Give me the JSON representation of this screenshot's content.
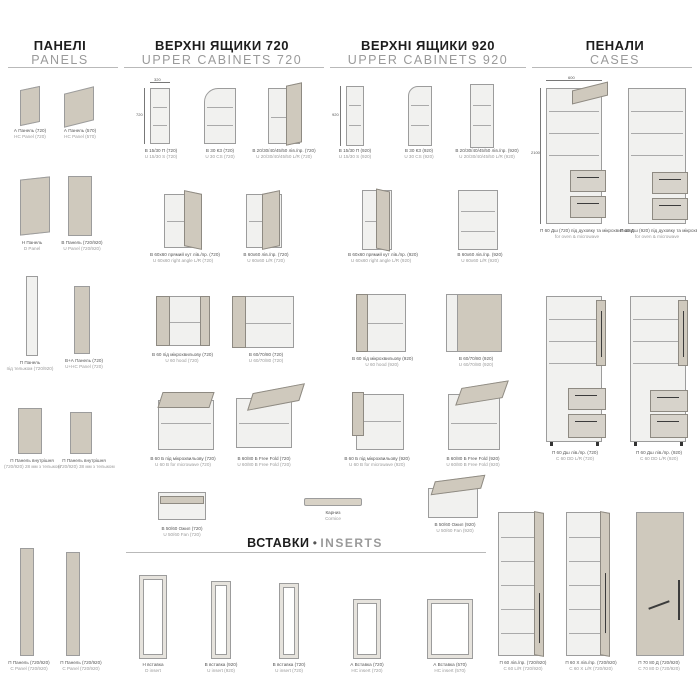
{
  "sections": {
    "panels": {
      "uk": "ПАНЕЛІ",
      "en": "PANELS"
    },
    "upper720": {
      "uk": "ВЕРХНІ ЯЩИКИ 720",
      "en": "UPPER CABINETS 720"
    },
    "upper920": {
      "uk": "ВЕРХНІ ЯЩИКИ 920",
      "en": "UPPER CABINETS 920"
    },
    "cases": {
      "uk": "ПЕНАЛИ",
      "en": "CASES"
    },
    "inserts": {
      "uk": "ВСТАВКИ",
      "sep": " • ",
      "en": "INSERTS"
    }
  },
  "panels": [
    {
      "c1": "А Панель (720)",
      "c2": "HC Panel (720)"
    },
    {
      "c1": "А Панель (570)",
      "c2": "HC Panel (570)"
    },
    {
      "c1": "Н Панель",
      "c2": "D Panel"
    },
    {
      "c1": "В Панель (720/920)",
      "c2": "U Panel (720/920)"
    },
    {
      "c1": "П Панель",
      "c2": "під тельжом (720/920)"
    },
    {
      "c1": "В+А Панель (720)",
      "c2": "U+HC Panel (720)"
    },
    {
      "c1": "П Панель внутрішня",
      "c2": "(720/920) 28 мм з тельжом"
    },
    {
      "c1": "П Панель внутрішня",
      "c2": "(720/920) 38 мм з тельжом"
    },
    {
      "c1": "П Панель (720/920)",
      "c2": "C Panel (720/920)"
    },
    {
      "c1": "П Панель (720/920)",
      "c2": "C Panel (720/920)"
    }
  ],
  "upper720": [
    {
      "c1": "В 15/30 П (720)",
      "c2": "U 15/30 S (720)"
    },
    {
      "c1": "В 30 КЗ (720)",
      "c2": "U 30 CS (720)"
    },
    {
      "c1": "В 20/30/40/45/50 лів./пр. (720)",
      "c2": "U 20/30/40/45/50 L/R (720)"
    },
    {
      "c1": "В 60x60 прямий кут лів./пр. (720)",
      "c2": "U 60x60 right angle L/R (720)"
    },
    {
      "c1": "В 60x60 лів./пр. (720)",
      "c2": "U 60x60 L/R (720)"
    },
    {
      "c1": "В 60 під мікрохвильову (720)",
      "c2": "U 60 hood (720)"
    },
    {
      "c1": "В 60/70/80 (720)",
      "c2": "U 60/70/80 (720)"
    },
    {
      "c1": "В 60 Б під мікрохвильову (720)",
      "c2": "U 60 B for microwave (720)"
    },
    {
      "c1": "В 60/80 Б Free Fold (720)",
      "c2": "U 60/80 B Free Fold (720)"
    },
    {
      "c1": "В 50/60 Ожил (720)",
      "c2": "U 50/60 Fan (720)"
    }
  ],
  "cornice": {
    "c1": "Карниз",
    "c2": "Cornice"
  },
  "upper920": [
    {
      "c1": "В 15/30 П (920)",
      "c2": "U 15/30 S (920)"
    },
    {
      "c1": "В 30 КЗ (920)",
      "c2": "U 30 CS (920)"
    },
    {
      "c1": "В 20/30/40/45/50 лів./пр. (920)",
      "c2": "U 20/30/40/45/50 L/R (920)"
    },
    {
      "c1": "В 60x60 прямий кут лів./пр. (920)",
      "c2": "U 60x60 right angle L/R (920)"
    },
    {
      "c1": "В 60x60 лів./пр. (920)",
      "c2": "U 60x60 L/R (920)"
    },
    {
      "c1": "В 60 під мікрохвильову (920)",
      "c2": "U 60 hood (920)"
    },
    {
      "c1": "В 60/70/80 (920)",
      "c2": "U 60/70/80 (920)"
    },
    {
      "c1": "В 60 Б під мікрохвильову (920)",
      "c2": "U 60 B for microwave (920)"
    },
    {
      "c1": "В 60/80 Б Free Fold (920)",
      "c2": "U 60/80 B Free Fold (920)"
    },
    {
      "c1": "В 50/60 Ожил (920)",
      "c2": "U 50/60 Fan (920)"
    }
  ],
  "cases": [
    {
      "c1": "П 60 Дш (720) під духовку та мікрохвильову",
      "c2": "for oven & microwave"
    },
    {
      "c1": "П 60 Дш (920) під духовку та мікрохвильову",
      "c2": "for oven & microwave"
    },
    {
      "c1": "П 60 Дш лів./пр. (720)",
      "c2": "C 60 DD L/R (720)"
    },
    {
      "c1": "П 60 Дш лів./пр. (920)",
      "c2": "C 60 DD L/R (920)"
    },
    {
      "c1": "П 60 лів./пр. (720/920)",
      "c2": "C 60 L/R (720/920)"
    },
    {
      "c1": "П 60 Х лів./пр. (720/920)",
      "c2": "C 60 X L/R (720/920)"
    },
    {
      "c1": "П 70 80 Д (720/920)",
      "c2": "C 70 80 D (720/920)"
    }
  ],
  "inserts": [
    {
      "c1": "Н вставка",
      "c2": "D insert"
    },
    {
      "c1": "В вставка (920)",
      "c2": "U insert (920)"
    },
    {
      "c1": "В вставка (720)",
      "c2": "U insert (720)"
    },
    {
      "c1": "А Вставка (720)",
      "c2": "HC insert (720)"
    },
    {
      "c1": "А Вставка (570)",
      "c2": "HC insert (570)"
    }
  ],
  "dims": {
    "w": "600",
    "d": "320",
    "h": "720",
    "h2": "920",
    "hc": "2100"
  }
}
